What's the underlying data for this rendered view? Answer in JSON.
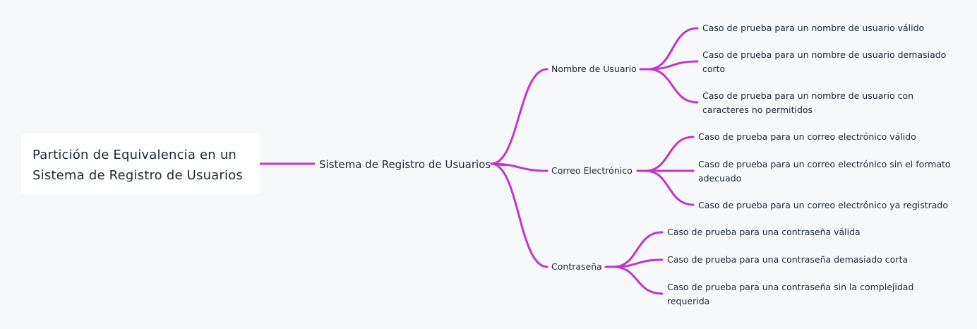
{
  "root": {
    "title_line1": "Partición de Equivalencia en un",
    "title_line2": "Sistema de Registro de Usuarios"
  },
  "center": {
    "label": "Sistema de Registro de Usuarios"
  },
  "branches": [
    {
      "label": "Nombre de Usuario",
      "leaves": [
        {
          "label": "Caso de prueba para un nombre de usuario válido"
        },
        {
          "label": "Caso de prueba para un nombre de usuario demasiado corto"
        },
        {
          "label": "Caso de prueba para un nombre de usuario con caracteres no permitidos"
        }
      ]
    },
    {
      "label": "Correo Electrónico",
      "leaves": [
        {
          "label": "Caso de prueba para un correo electrónico válido"
        },
        {
          "label": "Caso de prueba para un correo electrónico sin el formato adecuado"
        },
        {
          "label": "Caso de prueba para un correo electrónico ya registrado"
        }
      ]
    },
    {
      "label": "Contraseña",
      "leaves": [
        {
          "label": "Caso de prueba para una contraseña válida"
        },
        {
          "label": "Caso de prueba para una contraseña demasiado corta"
        },
        {
          "label": "Caso de prueba para una contraseña sin la complejidad requerida"
        }
      ]
    }
  ],
  "colors": {
    "connector": "#c037c9",
    "background": "#f7f8fa",
    "card": "#ffffff",
    "text": "#1f2933"
  }
}
